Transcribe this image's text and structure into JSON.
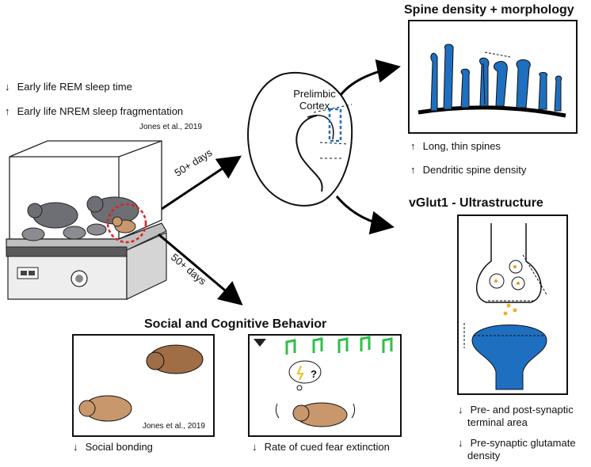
{
  "sleep_effects": {
    "rem": {
      "arrow": "↓",
      "text": "Early life REM sleep time"
    },
    "nrem": {
      "arrow": "↑",
      "text": "Early life NREM sleep fragmentation"
    },
    "citation": "Jones et al., 2019"
  },
  "brain": {
    "region_line1": "Prelimbic",
    "region_line2": "Cortex"
  },
  "arrows": {
    "upper_label": "50+ days",
    "lower_label": "50+ days"
  },
  "spine_panel": {
    "title": "Spine density + morphology",
    "effects": [
      {
        "arrow": "↑",
        "text": "Long, thin spines"
      },
      {
        "arrow": "↑",
        "text": "Dendritic spine density"
      }
    ]
  },
  "vglut_panel": {
    "title": "vGlut1 - Ultrastructure",
    "effects": [
      {
        "arrow": "↓",
        "line1": "Pre- and post-synaptic",
        "line2": "terminal area"
      },
      {
        "arrow": "↓",
        "line1": "Pre-synaptic glutamate",
        "line2": "density"
      }
    ]
  },
  "behavior": {
    "title": "Social and Cognitive Behavior",
    "social": {
      "citation": "Jones et al., 2019",
      "arrow": "↓",
      "effect": "Social bonding"
    },
    "fear": {
      "thought": "?",
      "arrow": "↓",
      "effect": "Rate of cued fear extinction"
    }
  },
  "colors": {
    "blue": "#1e6fc0",
    "rodent_brown": "#a06e46",
    "rodent_tan": "#c8976b",
    "rodent_gray": "#6d6f74",
    "note_green": "#2fbf4a",
    "circle_red": "#e02020"
  }
}
